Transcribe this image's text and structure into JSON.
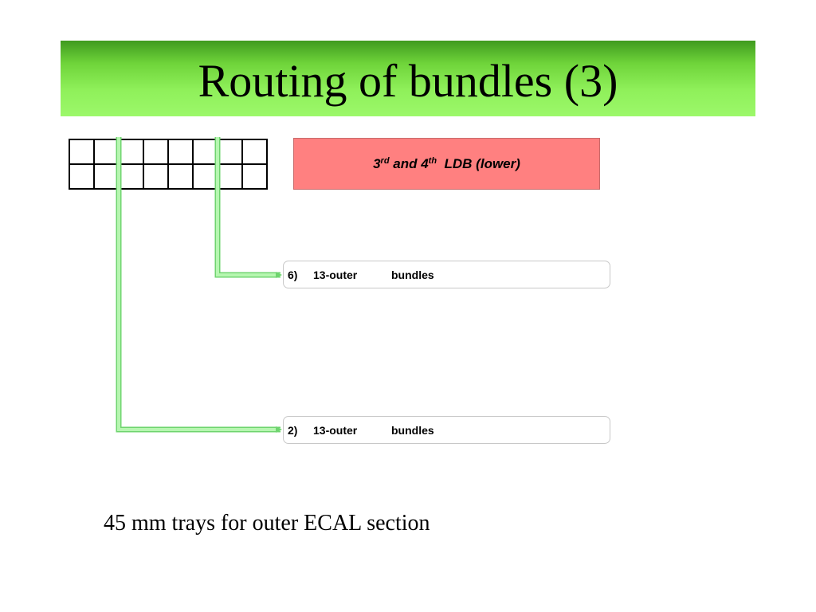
{
  "slide": {
    "title": "Routing of bundles (3)",
    "ldb_label": {
      "n1": "3",
      "sup1": "rd",
      "mid": " and 4",
      "sup2": "th",
      "rest": " LDB (lower)"
    },
    "bundles": [
      {
        "num": "6)",
        "kind": "13-outer",
        "word": "bundles"
      },
      {
        "num": "2)",
        "kind": "13-outer",
        "word": "bundles"
      }
    ],
    "caption": "45 mm trays for outer ECAL section",
    "colors": {
      "title_bar": "#8ff05a",
      "ldb_box": "#ff8080",
      "route_line": "#90ee90"
    }
  }
}
